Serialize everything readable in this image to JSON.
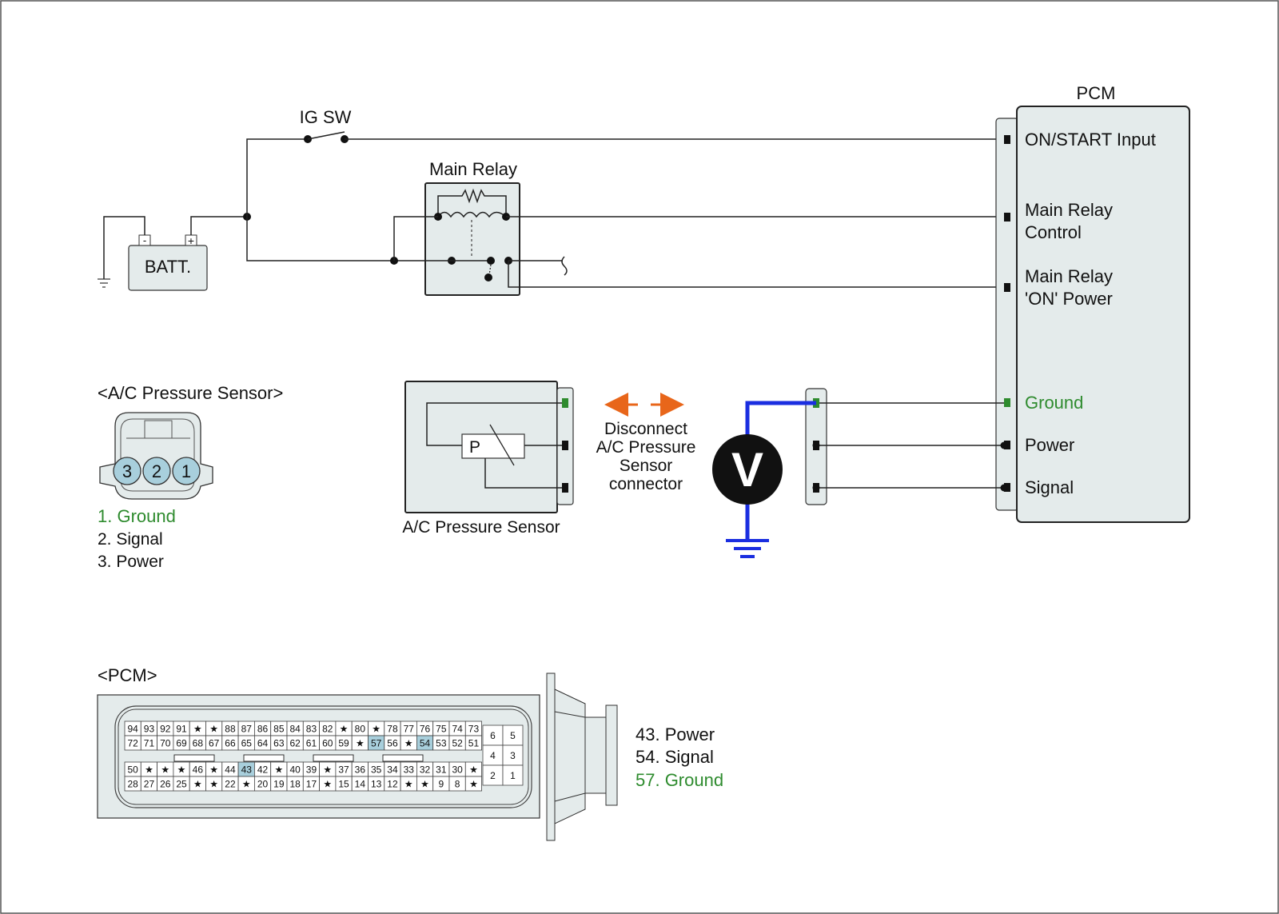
{
  "labels": {
    "ig_sw": "IG SW",
    "main_relay": "Main Relay",
    "batt": "BATT.",
    "batt_minus": "-",
    "batt_plus": "+",
    "pcm_title": "PCM",
    "ac_sensor_heading": "<A/C Pressure Sensor>",
    "ac_sensor_caption": "A/C Pressure Sensor",
    "sensor_p": "P",
    "disconnect_line1": "Disconnect",
    "disconnect_line2": "A/C Pressure",
    "disconnect_line3": "Sensor",
    "disconnect_line4": "connector",
    "voltmeter": "V",
    "pcm_heading": "<PCM>"
  },
  "pcm_terminals": {
    "on_start": "ON/START Input",
    "main_relay_control_1": "Main Relay",
    "main_relay_control_2": "Control",
    "main_relay_power_1": "Main Relay",
    "main_relay_power_2": "'ON' Power",
    "ground": "Ground",
    "power": "Power",
    "signal": "Signal"
  },
  "sensor_connector": {
    "pins": [
      "3",
      "2",
      "1"
    ],
    "legend": [
      "1. Ground",
      "2. Signal",
      "3. Power"
    ]
  },
  "pcm_connector": {
    "row1": [
      "94",
      "93",
      "92",
      "91",
      "★",
      "★",
      "88",
      "87",
      "86",
      "85",
      "84",
      "83",
      "82",
      "★",
      "80",
      "★",
      "78",
      "77",
      "76",
      "75",
      "74",
      "73"
    ],
    "row2": [
      "72",
      "71",
      "70",
      "69",
      "68",
      "67",
      "66",
      "65",
      "64",
      "63",
      "62",
      "61",
      "60",
      "59",
      "★",
      "57",
      "56",
      "★",
      "54",
      "53",
      "52",
      "51"
    ],
    "row3": [
      "50",
      "★",
      "★",
      "★",
      "46",
      "★",
      "44",
      "43",
      "42",
      "★",
      "40",
      "39",
      "★",
      "37",
      "36",
      "35",
      "34",
      "33",
      "32",
      "31",
      "30",
      "★"
    ],
    "row4": [
      "28",
      "27",
      "26",
      "25",
      "★",
      "★",
      "22",
      "★",
      "20",
      "19",
      "18",
      "17",
      "★",
      "15",
      "14",
      "13",
      "12",
      "★",
      "★",
      "9",
      "8",
      "★"
    ],
    "highlighted": [
      "57",
      "54",
      "43"
    ],
    "small_block": [
      "6",
      "5",
      "4",
      "3",
      "2",
      "1"
    ],
    "legend": [
      "43. Power",
      "54. Signal",
      "57. Ground"
    ]
  },
  "colors": {
    "ground_green": "#2e8b2e",
    "probe_blue": "#1a2ee0",
    "arrow_orange": "#e8661a",
    "box_fill": "#e4ebeb",
    "pin_highlight": "#a8cfdc"
  }
}
